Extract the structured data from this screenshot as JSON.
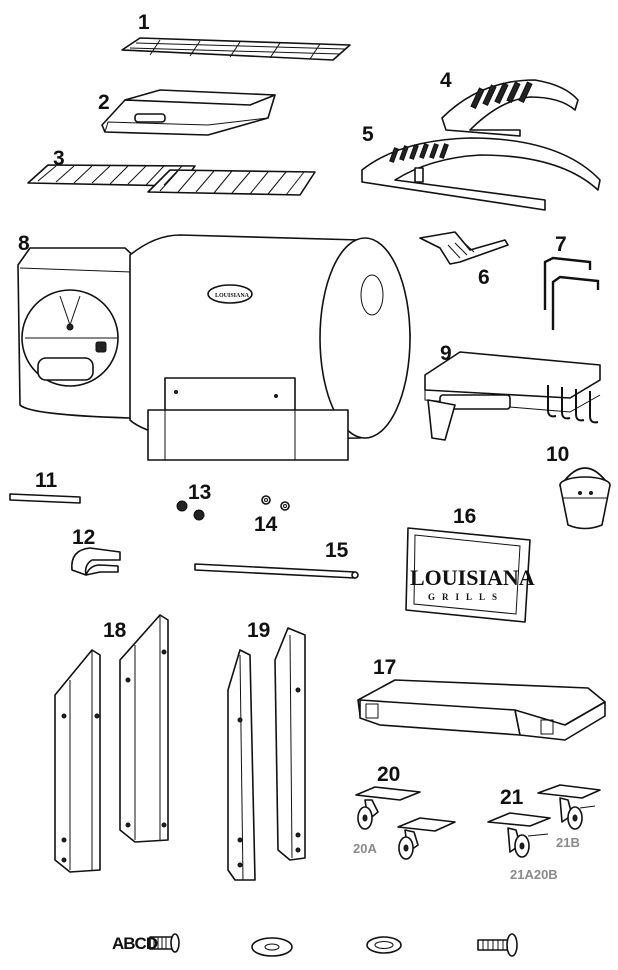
{
  "labels": {
    "p1": "1",
    "p2": "2",
    "p3": "3",
    "p4": "4",
    "p5": "5",
    "p6": "6",
    "p7": "7",
    "p8": "8",
    "p9": "9",
    "p10": "10",
    "p11": "11",
    "p12": "12",
    "p13": "13",
    "p14": "14",
    "p15": "15",
    "p16": "16",
    "p17": "17",
    "p18": "18",
    "p19": "19",
    "p20": "20",
    "p21": "21",
    "p20a": "20A",
    "p21b": "21B",
    "p21a20b": "21A20B"
  },
  "hardware_label": "ABCD",
  "brand": {
    "name": "LOUISIANA",
    "tagline": "GRILLS"
  },
  "colors": {
    "line": "#111111",
    "sub_label": "#8a8a8a",
    "background": "#ffffff"
  }
}
